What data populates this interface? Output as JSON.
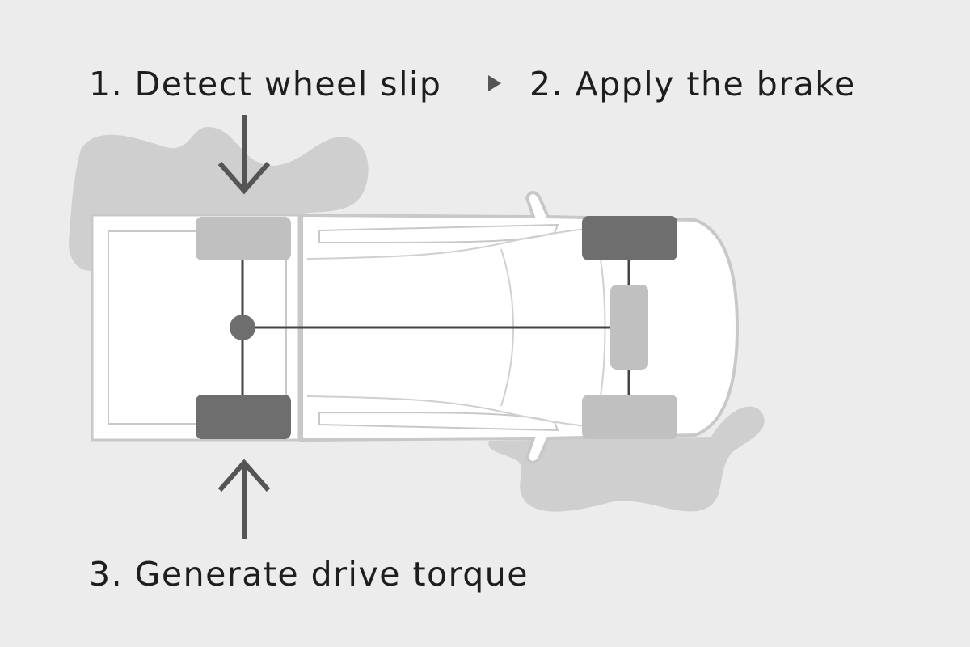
{
  "steps": {
    "step1": "1. Detect wheel slip",
    "step2": "2. Apply the brake",
    "step3": "3. Generate drive torque"
  },
  "colors": {
    "background": "#ececec",
    "puddle": "#cfcfcf",
    "vehicle_outline": "#c8c8c8",
    "slipping_wheel": "#c0c0c0",
    "braked_wheel": "#6e6e6e",
    "arrow": "#555555",
    "drivetrain": "#444444"
  }
}
